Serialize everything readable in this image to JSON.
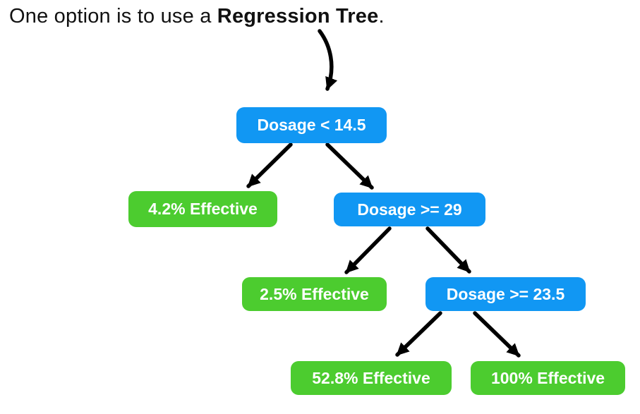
{
  "title": {
    "prefix": "One option is to use a ",
    "bold": "Regression Tree",
    "suffix": "."
  },
  "colors": {
    "decision_node": "#1197F3",
    "leaf_node": "#4CCC2F",
    "node_text": "#FFFFFF",
    "arrow": "#000000",
    "title_text": "#111111",
    "background": "#FFFFFF"
  },
  "tree": {
    "kind": "regression-tree",
    "nodes": [
      {
        "id": "n0",
        "label": "Dosage < 14.5",
        "type": "decision"
      },
      {
        "id": "n1",
        "label": "4.2% Effective",
        "type": "leaf"
      },
      {
        "id": "n2",
        "label": "Dosage >= 29",
        "type": "decision"
      },
      {
        "id": "n3",
        "label": "2.5% Effective",
        "type": "leaf"
      },
      {
        "id": "n4",
        "label": "Dosage >= 23.5",
        "type": "decision"
      },
      {
        "id": "n5",
        "label": "52.8% Effective",
        "type": "leaf"
      },
      {
        "id": "n6",
        "label": "100% Effective",
        "type": "leaf"
      }
    ],
    "edges": [
      {
        "from": "n0",
        "to": "n1"
      },
      {
        "from": "n0",
        "to": "n2"
      },
      {
        "from": "n2",
        "to": "n3"
      },
      {
        "from": "n2",
        "to": "n4"
      },
      {
        "from": "n4",
        "to": "n5"
      },
      {
        "from": "n4",
        "to": "n6"
      }
    ]
  }
}
